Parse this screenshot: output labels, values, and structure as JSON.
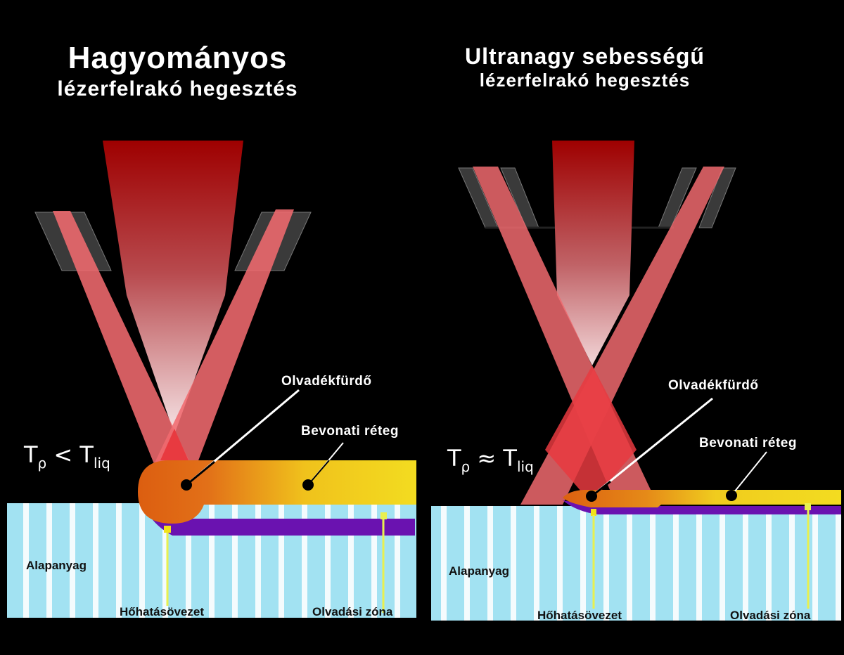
{
  "left_panel": {
    "title_line1": "Hagyományos",
    "title_line2": "lézerfelrakó hegesztés",
    "formula": {
      "t": "T",
      "p": "ρ",
      "op": "<",
      "liq": "liq"
    },
    "labels": {
      "melt_pool": "Olvadékfürdő",
      "cladding_layer": "Bevonati réteg",
      "base_material": "Alapanyag",
      "heat_affected_zone": "Hőhatásövezet",
      "fusion_zone": "Olvadási zóna"
    }
  },
  "right_panel": {
    "title_line1": "Ultranagy sebességű",
    "title_line2": "lézerfelrakó hegesztés",
    "formula": {
      "t": "T",
      "p": "ρ",
      "op": "≈",
      "liq": "liq"
    },
    "labels": {
      "melt_pool": "Olvadékfürdő",
      "cladding_layer": "Bevonati réteg",
      "base_material": "Alapanyag",
      "heat_affected_zone": "Hőhatásövezet",
      "fusion_zone": "Olvadási zóna"
    }
  },
  "colors": {
    "background": "#000000",
    "laser_top": "#9e0000",
    "laser_bottom": "#f6e4e6",
    "powder_beam": "#f06a6e",
    "nozzle": "#3a3a3a",
    "melt_pool": "#e0640f",
    "cladding": "#f2dc20",
    "fusion_zone": "#6a12b0",
    "substrate": "#a2e2f2",
    "substrate_stripe": "#f4fbfd",
    "marker": "#e8f050"
  }
}
